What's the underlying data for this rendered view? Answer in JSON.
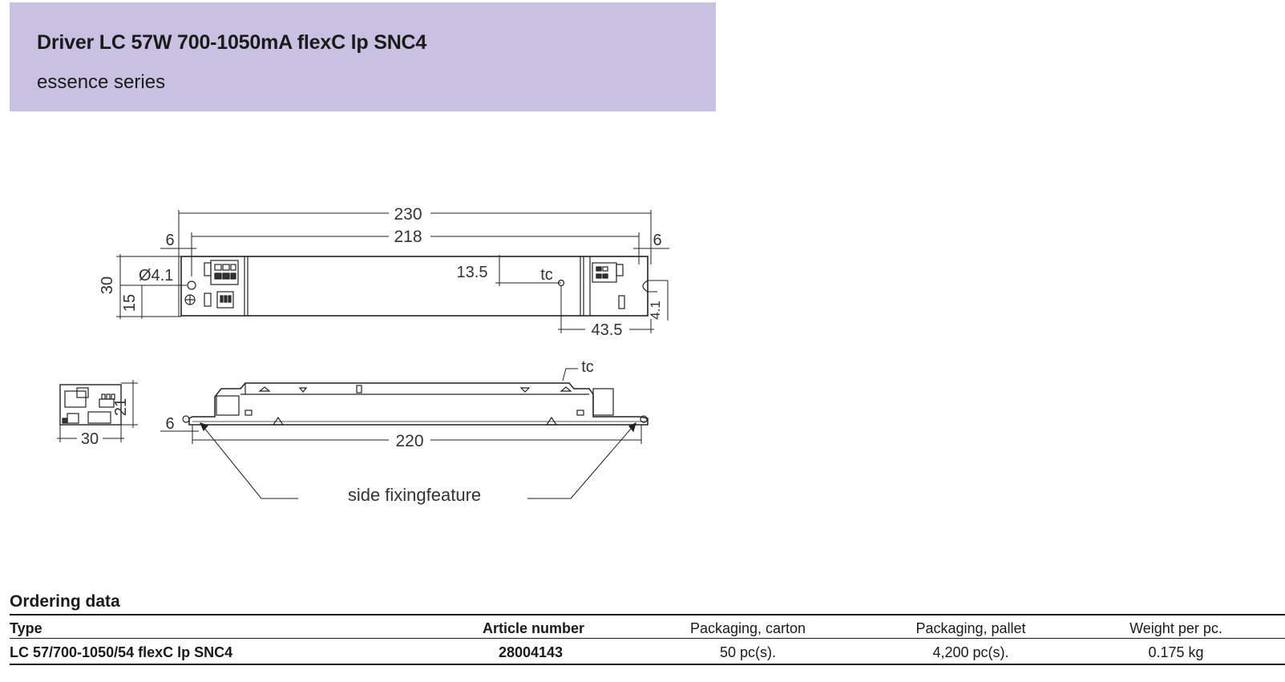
{
  "header": {
    "title": "Driver LC 57W 700-1050mA flexC lp SNC4",
    "subtitle": "essence series",
    "background_color": "#c9c1e1"
  },
  "drawing": {
    "dimensions": {
      "total_length": "230",
      "hole_spacing": "218",
      "left_offset": "6",
      "right_offset": "6",
      "height": "30",
      "hole_diameter": "Ø4.1",
      "hole_height": "15",
      "tc_offset_y": "13.5",
      "tc_label": "tc",
      "tc_offset_x": "43.5",
      "right_slot": "4.1",
      "side_height": "21",
      "side_width": "30",
      "bottom_offset": "6",
      "bottom_length": "220",
      "tc_label_side": "tc"
    },
    "note": "side fixingfeature"
  },
  "ordering": {
    "section_title": "Ordering data",
    "columns": [
      "Type",
      "Article number",
      "Packaging, carton",
      "Packaging, pallet",
      "Weight per pc."
    ],
    "rows": [
      [
        "LC 57/700-1050/54 flexC lp SNC4",
        "28004143",
        "50 pc(s).",
        "4,200 pc(s).",
        "0.175 kg"
      ]
    ]
  }
}
